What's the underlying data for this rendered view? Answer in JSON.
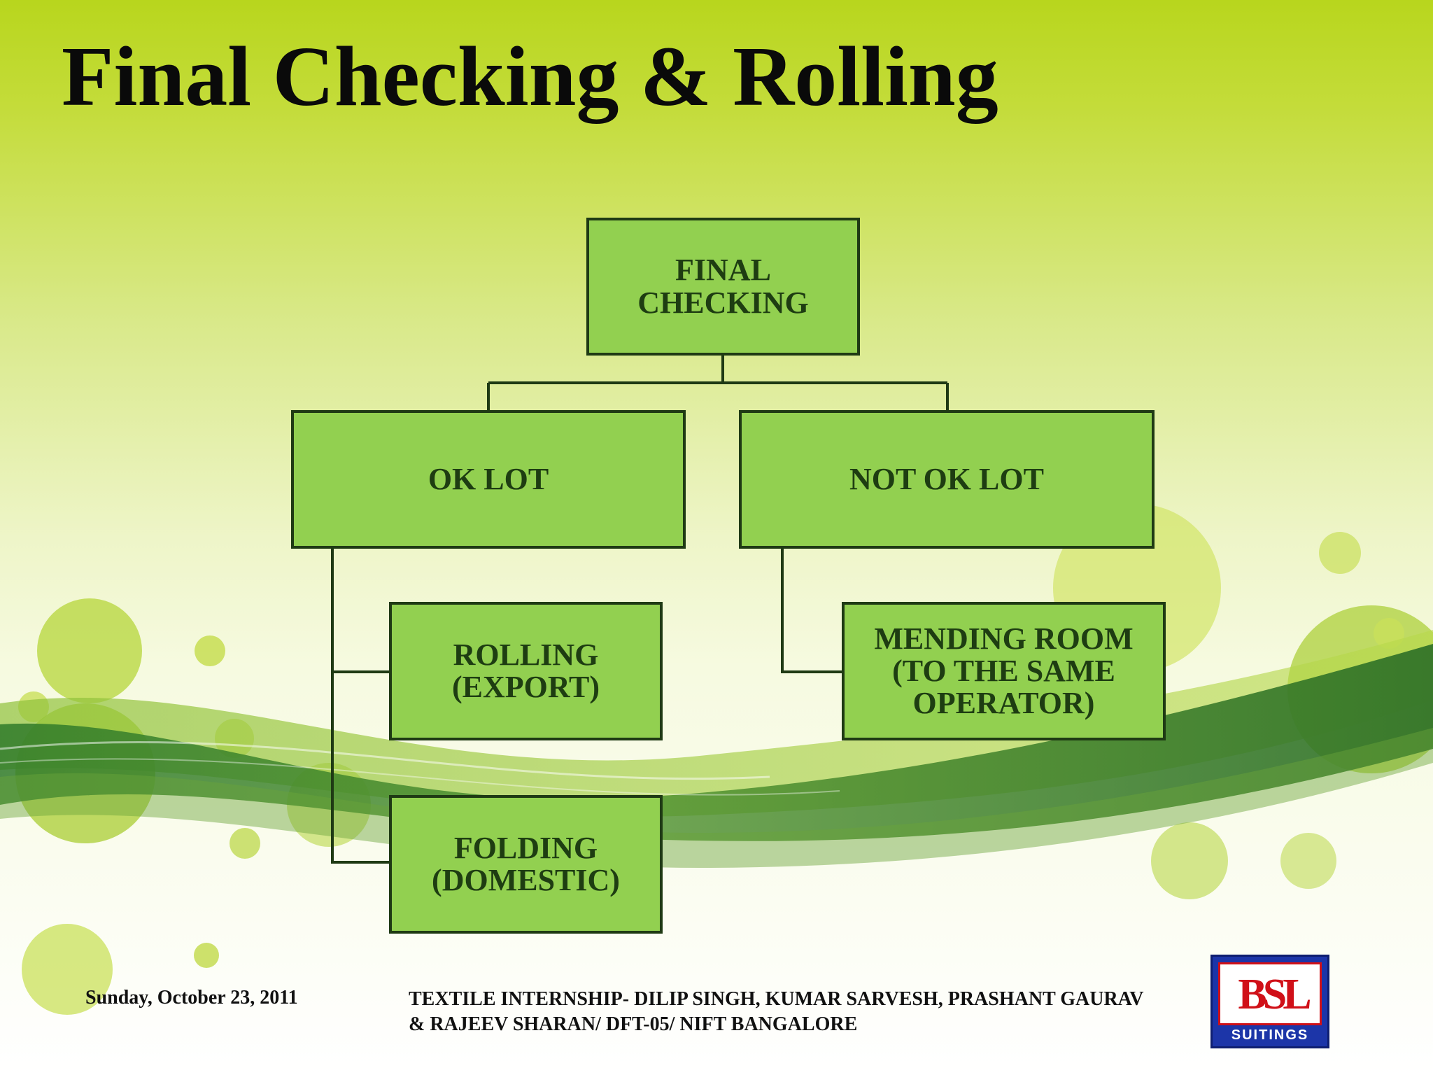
{
  "slide": {
    "title": "Final Checking & Rolling"
  },
  "diagram": {
    "root": "FINAL\nCHECKING",
    "ok_lot": "OK LOT",
    "not_ok_lot": "NOT OK  LOT",
    "rolling": "ROLLING\n(EXPORT)",
    "folding": "FOLDING\n(DOMESTIC)",
    "mending": "MENDING ROOM\n(TO THE SAME\nOPERATOR)"
  },
  "footer": {
    "date": "Sunday, October 23, 2011",
    "credit": "TEXTILE INTERNSHIP- DILIP SINGH, KUMAR SARVESH, PRASHANT GAURAV & RAJEEV SHARAN/ DFT-05/ NIFT BANGALORE"
  },
  "logo": {
    "name": "BSL",
    "subtitle": "SUITINGS"
  },
  "colors": {
    "box_fill": "#92d050",
    "box_border": "#1f3a14",
    "box_text": "#1e3d12",
    "title_text": "#0a0a0a",
    "logo_blue": "#1c35a8",
    "logo_red": "#d01018"
  }
}
